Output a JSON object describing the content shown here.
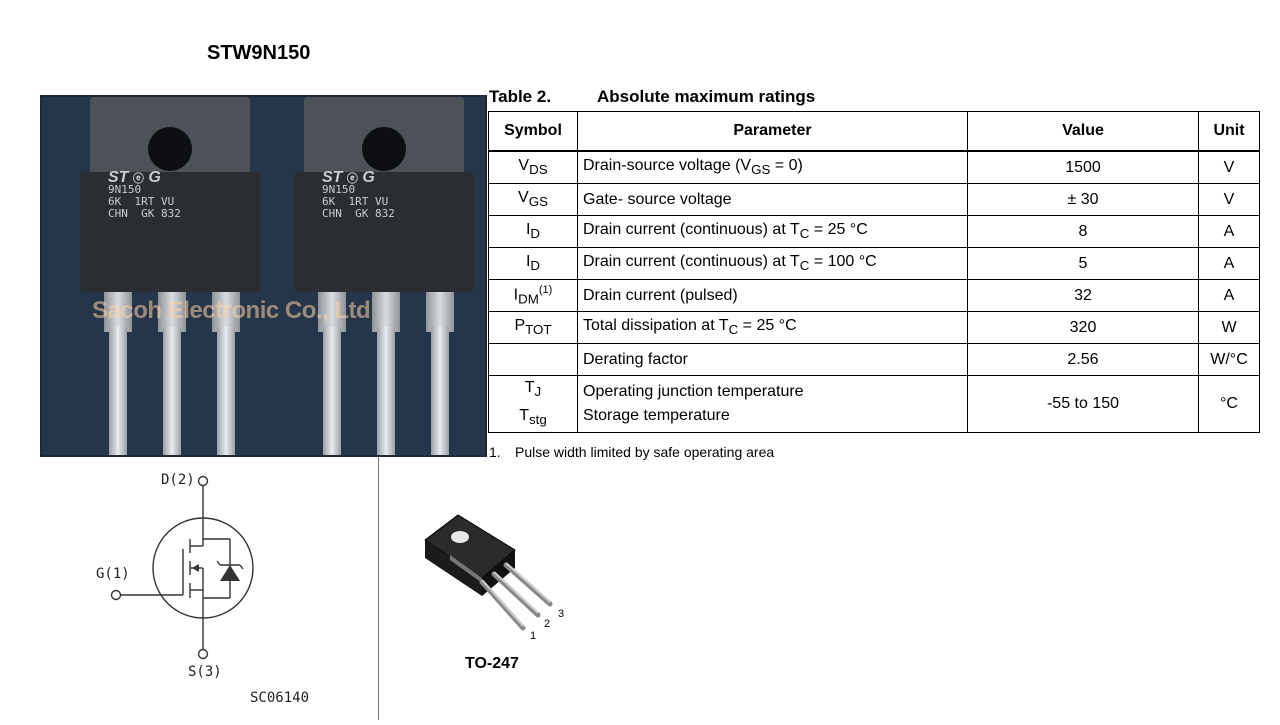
{
  "title": "STW9N150",
  "photo": {
    "marking_lines": [
      "9N150",
      "6K  1RT VU",
      "CHN  GK 832"
    ],
    "badge": "G",
    "watermark": "Sacoh Electronic Co., Ltd"
  },
  "table": {
    "number": "Table 2.",
    "caption": "Absolute maximum ratings",
    "headers": {
      "symbol": "Symbol",
      "parameter": "Parameter",
      "value": "Value",
      "unit": "Unit"
    },
    "rows": [
      {
        "sym": "V",
        "sub": "DS",
        "param": "Drain-source voltage (V",
        "psub": "GS",
        "param_tail": " = 0)",
        "value": "1500",
        "unit": "V"
      },
      {
        "sym": "V",
        "sub": "GS",
        "param": "Gate- source voltage",
        "value": "± 30",
        "unit": "V"
      },
      {
        "sym": "I",
        "sub": "D",
        "param": "Drain current (continuous) at T",
        "psub": "C",
        "param_tail": " = 25 °C",
        "value": "8",
        "unit": "A"
      },
      {
        "sym": "I",
        "sub": "D",
        "param": "Drain current (continuous) at T",
        "psub": "C",
        "param_tail": " = 100 °C",
        "value": "5",
        "unit": "A"
      },
      {
        "sym": "I",
        "sub": "DM",
        "sup": "(1)",
        "param": "Drain current (pulsed)",
        "value": "32",
        "unit": "A"
      },
      {
        "sym": "P",
        "sub": "TOT",
        "param": "Total dissipation at T",
        "psub": "C",
        "param_tail": " = 25 °C",
        "value": "320",
        "unit": "W"
      },
      {
        "sym": "",
        "param": "Derating factor",
        "value": "2.56",
        "unit": "W/°C"
      },
      {
        "sym": "T",
        "sub": "J",
        "sym2": "T",
        "sub2": "stg",
        "param": "Operating junction temperature",
        "param2": "Storage temperature",
        "value": "-55 to 150",
        "unit": "°C"
      }
    ],
    "footnote_marker": "1.",
    "footnote": "Pulse width limited by safe operating area"
  },
  "schematic": {
    "drain": "D(2)",
    "gate": "G(1)",
    "source": "S(3)",
    "code": "SC06140"
  },
  "package": {
    "label": "TO-247",
    "pins": [
      "1",
      "2",
      "3"
    ]
  }
}
